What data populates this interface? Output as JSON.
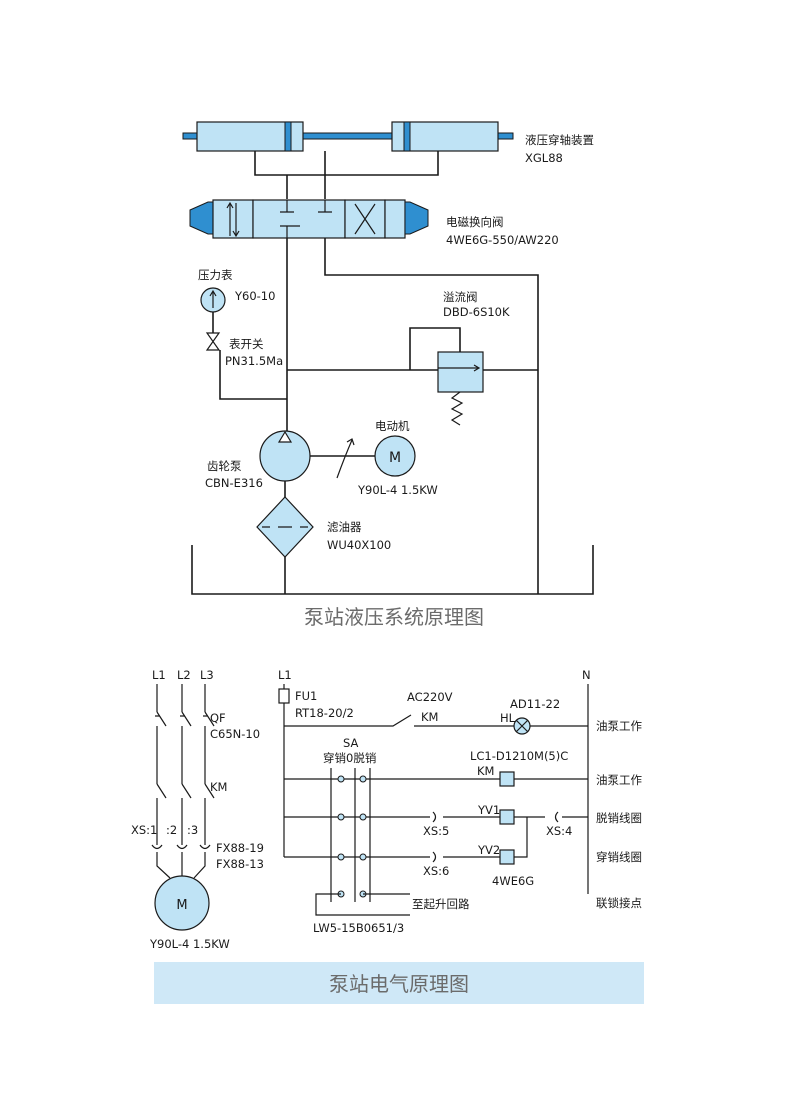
{
  "hydraulic": {
    "cylinder_name": "液压穿轴装置",
    "cylinder_model": "XGL88",
    "valve_name": "电磁换向阀",
    "valve_model": "4WE6G-550/AW220",
    "gauge_name": "压力表",
    "gauge_model": "Y60-10",
    "gauge_switch_name": "表开关",
    "gauge_switch_model": "PN31.5Ma",
    "relief_name": "溢流阀",
    "relief_model": "DBD-6S10K",
    "motor_name": "电动机",
    "motor_model": "Y90L-4 1.5KW",
    "motor_symbol": "M",
    "pump_name": "齿轮泵",
    "pump_model": "CBN-E316",
    "filter_name": "滤油器",
    "filter_model": "WU40X100",
    "title": "泵站液压系统原理图"
  },
  "electrical": {
    "l1": "L1",
    "l2": "L2",
    "l3": "L3",
    "qf": "QF",
    "qf_model": "C65N-10",
    "km": "KM",
    "xs_left": "XS:1",
    "xs_2": ":2",
    "xs_3": ":3",
    "fx1": "FX88-19",
    "fx2": "FX88-13",
    "motor_symbol": "M",
    "motor_model": "Y90L-4 1.5KW",
    "ctl_l1": "L1",
    "n": "N",
    "fu1": "FU1",
    "fu1_model": "RT18-20/2",
    "ac": "AC220V",
    "km_contact": "KM",
    "ad": "AD11-22",
    "hl": "HL",
    "sa": "SA",
    "sa_desc": "穿销0脱销",
    "lc1": "LC1-D1210M(5)C",
    "km_coil": "KM",
    "yv1": "YV1",
    "yv2": "YV2",
    "xs5": "XS:5",
    "xs4": "XS:4",
    "xs6": "XS:6",
    "valve_model": "4WE6G",
    "lift": "至起升回路",
    "lw5": "LW5-15B0651/3",
    "right_labels": [
      "油泵工作",
      "油泵工作",
      "脱销线圈",
      "穿销线圈",
      "联锁接点"
    ],
    "title": "泵站电气原理图"
  },
  "colors": {
    "component_fill": "#bfe3f5",
    "accent": "#2f8fd0",
    "title_band": "#cfe8f7"
  }
}
